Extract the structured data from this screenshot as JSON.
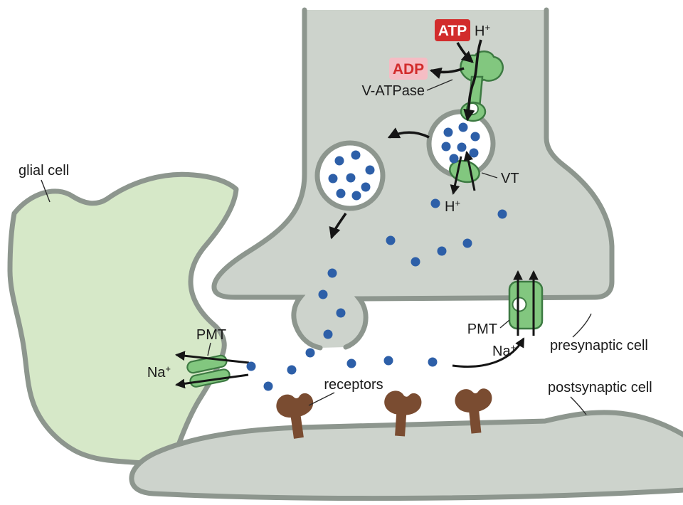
{
  "figure": {
    "labels": {
      "glial_cell": "glial cell",
      "v_atpase": "V-ATPase",
      "vt": "VT",
      "pmt": "PMT",
      "receptors": "receptors",
      "presynaptic_cell": "presynaptic cell",
      "postsynaptic_cell": "postsynaptic cell"
    },
    "molecules": {
      "atp": "ATP",
      "adp": "ADP",
      "h_ion": {
        "base": "H",
        "charge": "+"
      },
      "na_ion": {
        "base": "Na",
        "charge": "+"
      }
    },
    "colors": {
      "cell_fill": "#cdd3cc",
      "cell_stroke": "#8d968e",
      "glial_fill": "#d6e8c8",
      "vesicle_fill": "#ffffff",
      "protein_green": "#82c77f",
      "protein_outline": "#3d7a42",
      "atp_red": "#d22c2c",
      "adp_pink": "#f5bdc4",
      "transmitter_blue": "#2d5fa8",
      "receptor_brown": "#7a4c31"
    }
  }
}
